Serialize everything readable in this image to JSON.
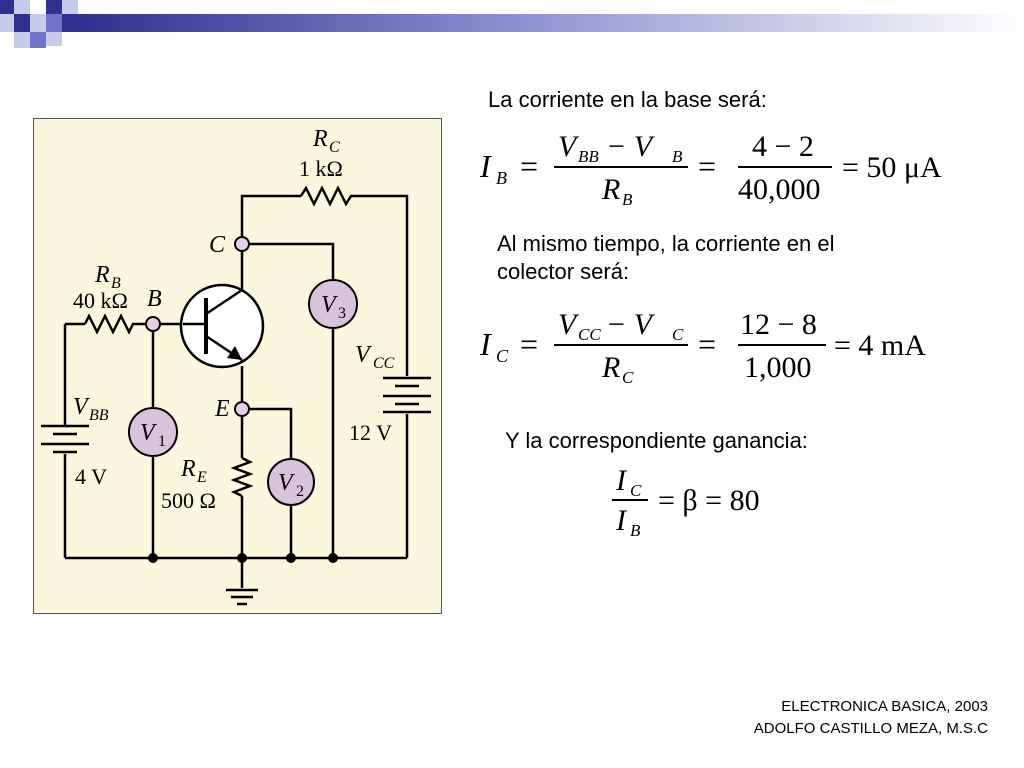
{
  "text": {
    "intro_base": "La corriente en la base será:",
    "intro_collector": "Al mismo tiempo, la corriente en el colector será:",
    "intro_gain": "Y la correspondiente ganancia:"
  },
  "footer": {
    "line1": "ELECTRONICA BASICA, 2003",
    "line2": "ADOLFO CASTILLO MEZA, M.S.C"
  },
  "circuit": {
    "rc_symbol": "R",
    "rc_sub": "C",
    "rc_value": "1 kΩ",
    "rb_symbol": "R",
    "rb_sub": "B",
    "rb_value": "40 kΩ",
    "re_symbol": "R",
    "re_sub": "E",
    "re_value": "500 Ω",
    "vbb_symbol": "V",
    "vbb_sub": "BB",
    "vbb_value": "4 V",
    "vcc_symbol": "V",
    "vcc_sub": "CC",
    "vcc_value": "12 V",
    "node_b": "B",
    "node_c": "C",
    "node_e": "E",
    "v1": "V",
    "v1_sub": "1",
    "v2": "V",
    "v2_sub": "2",
    "v3": "V",
    "v3_sub": "3"
  },
  "equations": {
    "ib": {
      "lhs": "I",
      "lhs_sub": "B",
      "num": "V",
      "num_sub": "BB",
      "num_minus": " − V",
      "num_sub2": "B",
      "den": "R",
      "den_sub": "B",
      "num2": "4 − 2",
      "den2": "40,000",
      "result": "= 50 μA"
    },
    "ic": {
      "lhs": "I",
      "lhs_sub": "C",
      "num": "V",
      "num_sub": "CC",
      "num_minus": " − V",
      "num_sub2": "C",
      "den": "R",
      "den_sub": "C",
      "num2": "12 − 8",
      "den2": "1,000",
      "result": "= 4 mA"
    },
    "gain": {
      "num": "I",
      "num_sub": "C",
      "den": "I",
      "den_sub": "B",
      "result": "= β = 80"
    }
  },
  "colors": {
    "deco_dark": "#2e3192",
    "deco_mid": "#6e72c8",
    "deco_light": "#c8cbe8",
    "diagram_bg": "#fbf7dc",
    "meter_fill": "#d9c3dc"
  }
}
